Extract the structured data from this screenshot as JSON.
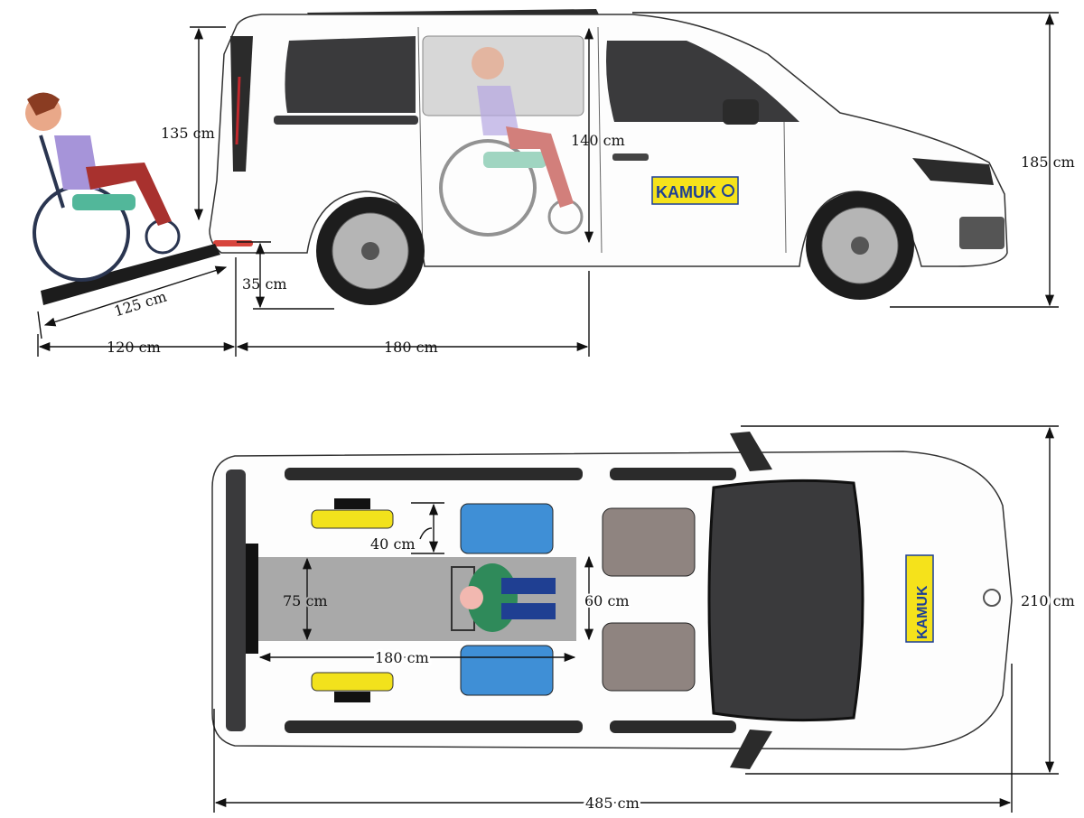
{
  "logo": {
    "text": "KAMUK",
    "icon": "wheelchair-icon",
    "background": "#f5e21b",
    "foreground": "#1d3f95"
  },
  "side_view": {
    "labels": {
      "rear_opening_height": "135 cm",
      "side_door_height": "140 cm",
      "vehicle_height": "185 cm",
      "ramp_length": "125 cm",
      "floor_height": "35 cm",
      "ramp_horizontal": "120 cm",
      "interior_length": "180 cm"
    }
  },
  "top_view": {
    "labels": {
      "seat_gap": "40 cm",
      "floor_width": "75 cm",
      "middle_gap": "60 cm",
      "floor_length": "180 cm",
      "vehicle_width": "210 cm",
      "vehicle_length": "485 cm"
    }
  },
  "colors": {
    "body": "#ffffff",
    "glass": "#3a3a3c",
    "floor": "#a9a9a9",
    "front_seats": "#8f8480",
    "middle_seats": "#3f8fd6",
    "folded_seats": "#f2e21c"
  }
}
